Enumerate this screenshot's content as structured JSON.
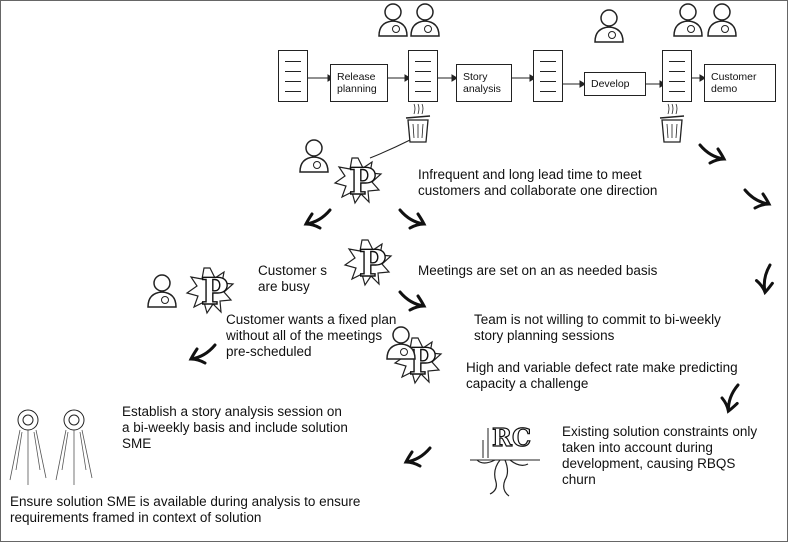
{
  "diagram": {
    "title": "Value stream problem analysis",
    "process_steps": [
      {
        "id": "release-planning",
        "label": "Release planning"
      },
      {
        "id": "story-analysis",
        "label": "Story analysis"
      },
      {
        "id": "develop",
        "label": "Develop"
      },
      {
        "id": "customer-demo",
        "label": "Customer demo"
      }
    ],
    "problems": {
      "p1": "Infrequent and long lead time to meet customers and collaborate one direction",
      "p2": "Meetings are set on an as needed basis",
      "p3": "Customer s are busy",
      "p4": "Customer wants a fixed plan without all of the meetings pre-scheduled",
      "p5": "Team is not willing to commit to bi-weekly story planning sessions",
      "p6": "High and variable defect rate make predicting capacity a challenge",
      "p7": "Existing solution constraints only taken into account during development, causing RBQS churn"
    },
    "root_cause_label": "RC",
    "problem_symbol": "P",
    "countermeasures": {
      "c1": "Establish a story analysis session on a bi-weekly basis and include solution SME",
      "c2": "Ensure solution SME is available during analysis to ensure requirements framed in context of solution"
    },
    "icons": [
      "person-icon",
      "trash-can-icon",
      "problem-burst-icon",
      "root-cause-icon",
      "spotlight-icon"
    ]
  }
}
